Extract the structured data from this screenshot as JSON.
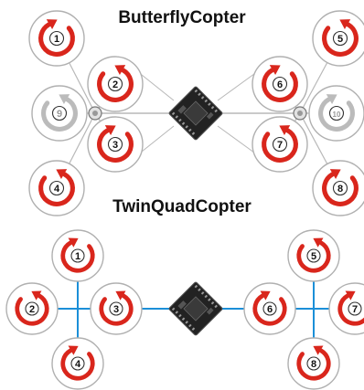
{
  "diagrams": {
    "butterfly": {
      "title": "ButterflyCopter",
      "rotors": [
        {
          "label": "1",
          "direction": "ccw",
          "style": "active"
        },
        {
          "label": "2",
          "direction": "cw",
          "style": "active"
        },
        {
          "label": "3",
          "direction": "ccw",
          "style": "active"
        },
        {
          "label": "4",
          "direction": "cw",
          "style": "active"
        },
        {
          "label": "5",
          "direction": "cw",
          "style": "active"
        },
        {
          "label": "6",
          "direction": "ccw",
          "style": "active"
        },
        {
          "label": "7",
          "direction": "cw",
          "style": "active"
        },
        {
          "label": "8",
          "direction": "ccw",
          "style": "active"
        },
        {
          "label": "9",
          "direction": "cw",
          "style": "inactive"
        },
        {
          "label": "10",
          "direction": "ccw",
          "style": "inactive"
        }
      ]
    },
    "twinquad": {
      "title": "TwinQuadCopter",
      "rotors": [
        {
          "label": "1",
          "direction": "ccw",
          "style": "active"
        },
        {
          "label": "2",
          "direction": "cw",
          "style": "active"
        },
        {
          "label": "3",
          "direction": "cw",
          "style": "active"
        },
        {
          "label": "4",
          "direction": "ccw",
          "style": "active"
        },
        {
          "label": "5",
          "direction": "cw",
          "style": "active"
        },
        {
          "label": "6",
          "direction": "ccw",
          "style": "active"
        },
        {
          "label": "7",
          "direction": "ccw",
          "style": "active"
        },
        {
          "label": "8",
          "direction": "cw",
          "style": "active"
        }
      ]
    }
  },
  "colors": {
    "arrow_active": "#d9261c",
    "arrow_inactive": "#bbbbbb",
    "frame_line": "#1b8fd8",
    "butterfly_arm": "#b8b8b8",
    "rotor_ring": "#b0b0b0",
    "board": "#222222"
  },
  "icons": {
    "controller": "flight-controller-board-icon",
    "hub": "motor-hub-icon"
  }
}
